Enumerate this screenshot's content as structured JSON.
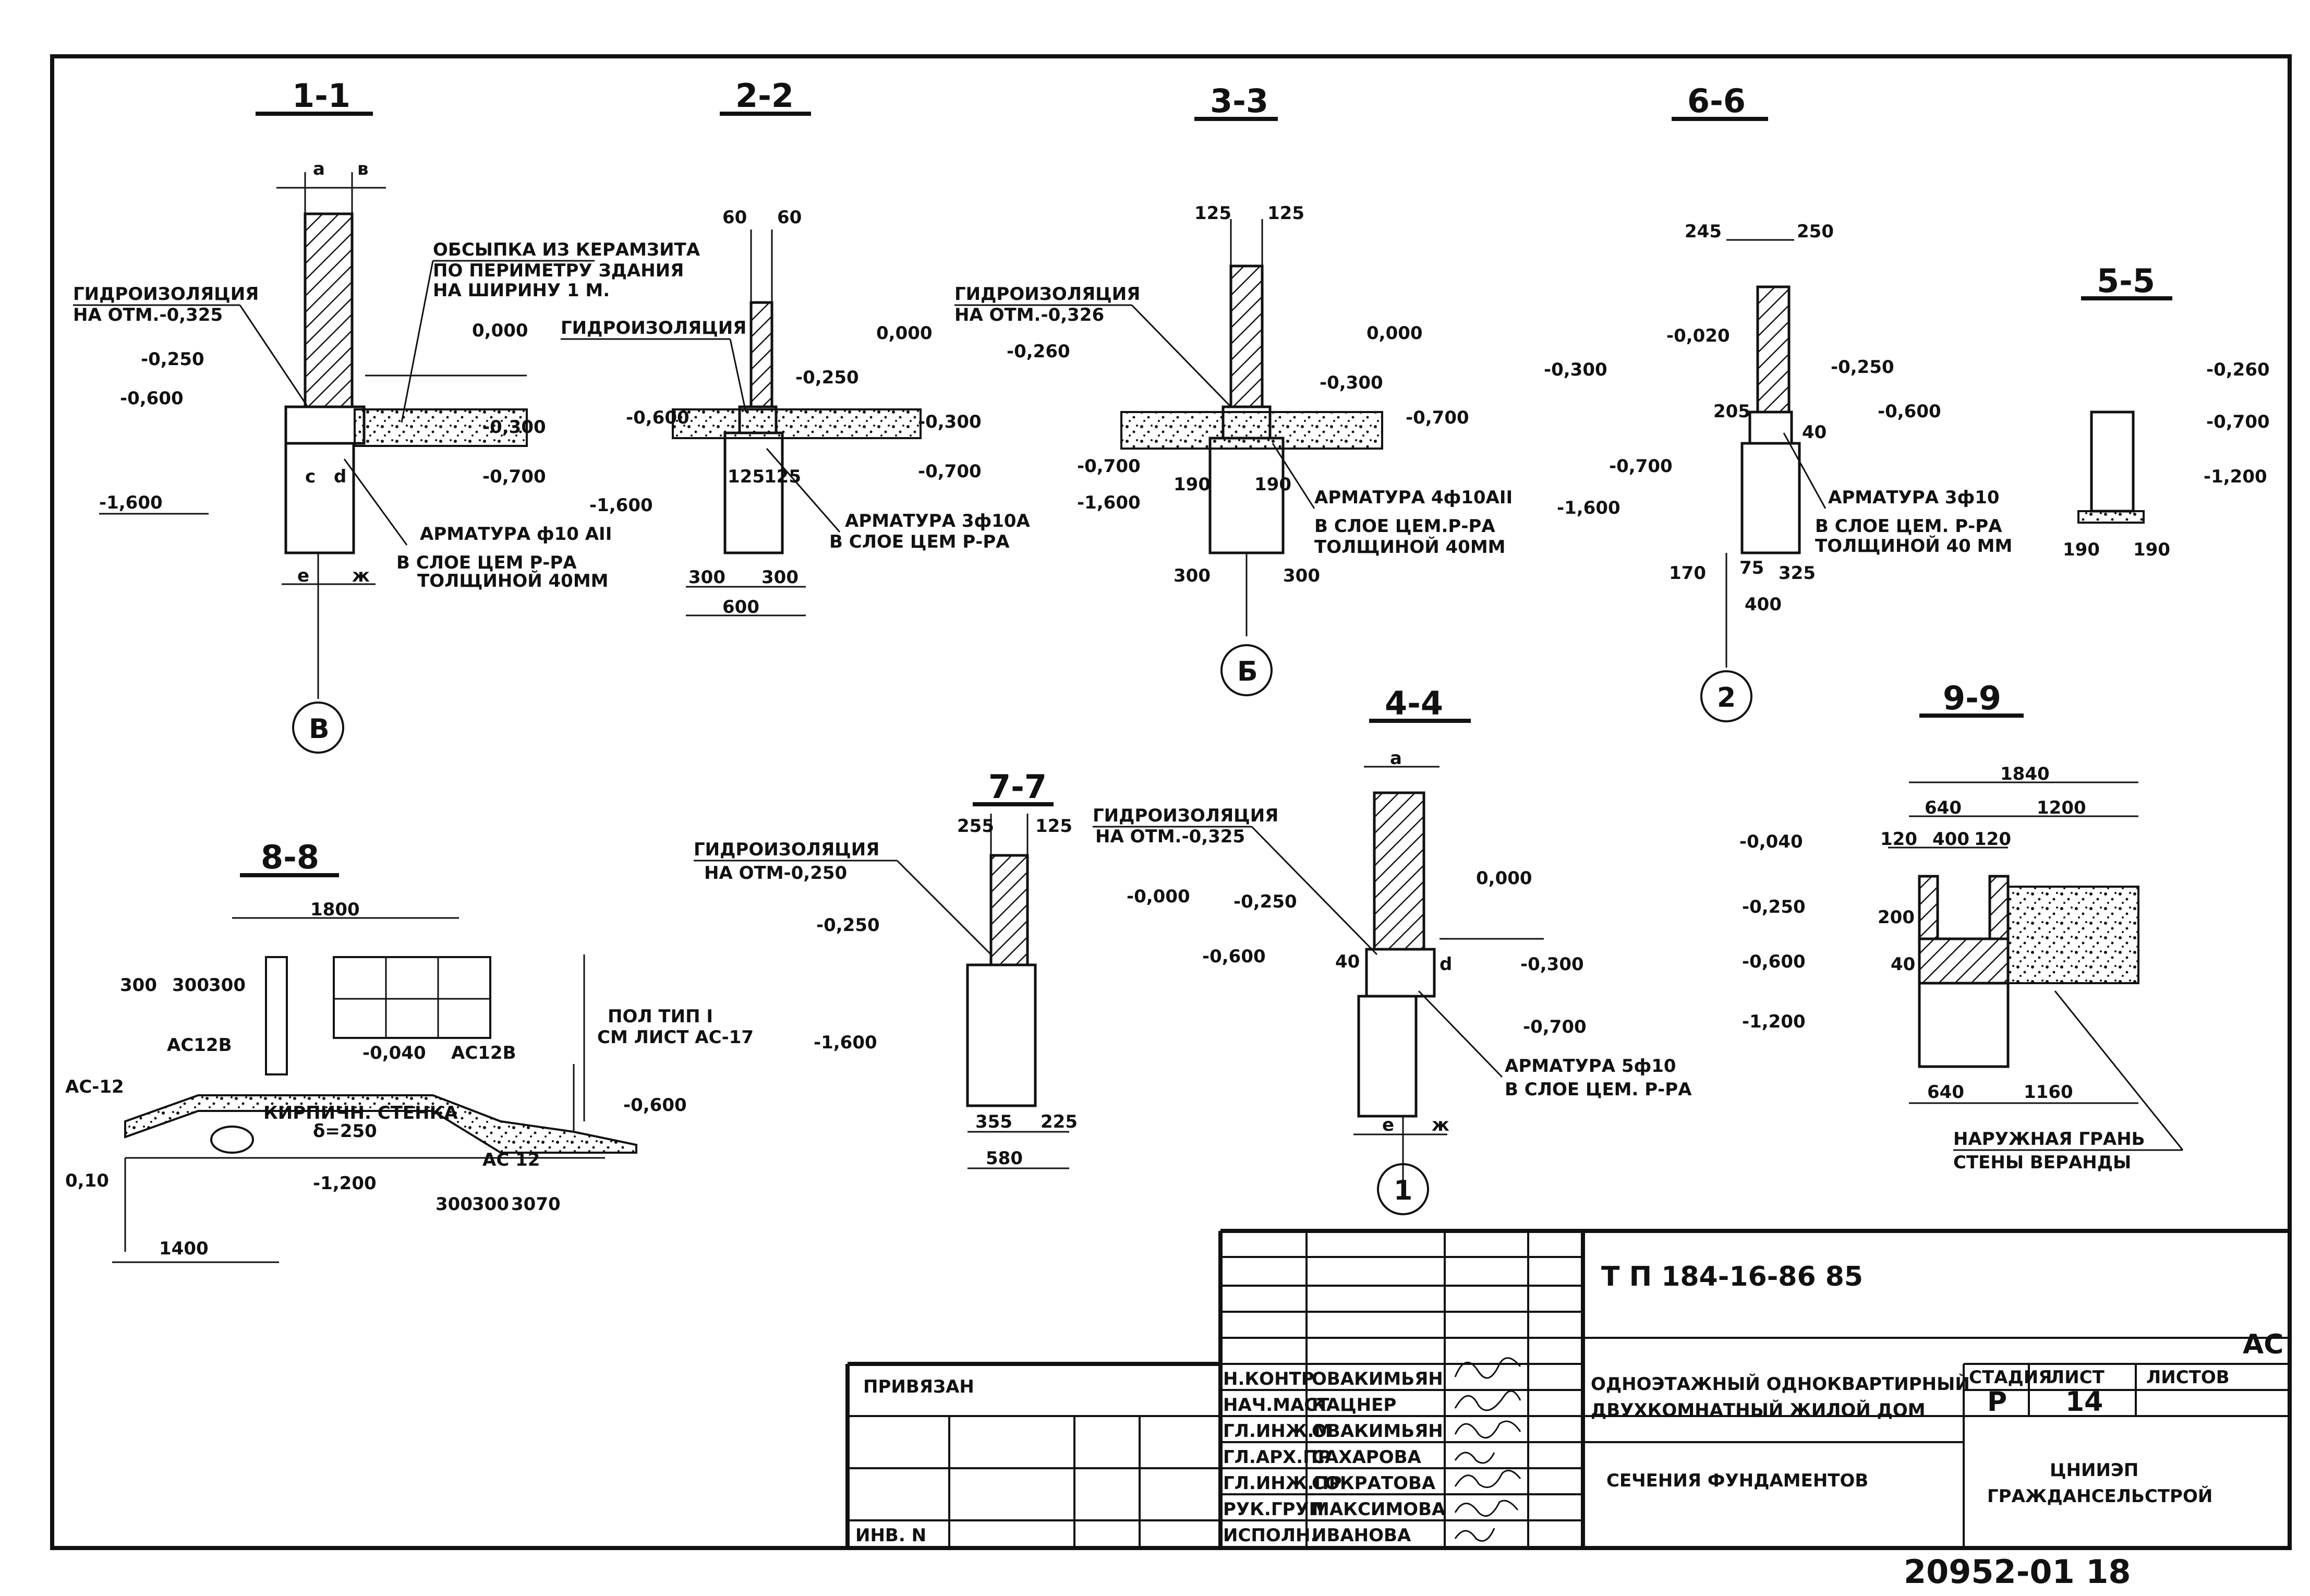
{
  "sections": {
    "s11": {
      "title": "1-1",
      "dim_a": "а",
      "dim_b": "в",
      "dim_c": "с",
      "dim_d": "d",
      "dim_e": "е",
      "dim_zh": "ж",
      "note_backfill_1": "ОБСЫПКА ИЗ КЕРАМЗИТА",
      "note_backfill_2": "ПО ПЕРИМЕТРУ ЗДАНИЯ",
      "note_backfill_3": "НА ШИРИНУ 1 М.",
      "note_hydro_1": "ГИДРОИЗОЛЯЦИЯ",
      "note_hydro_2": "НА ОТМ.-0,325",
      "lvl_0": "0,000",
      "lvl_250": "-0,250",
      "lvl_600": "-0,600",
      "lvl_300": "-0,300",
      "lvl_700": "-0,700",
      "lvl_1600": "-1,600",
      "note_rebar_1": "АРМАТУРА ф10 АII",
      "note_rebar_2": "В СЛОЕ ЦЕМ Р-РА",
      "note_rebar_3": "ТОЛЩИНОЙ 40ММ",
      "axis": "В"
    },
    "s22": {
      "title": "2-2",
      "d60a": "60",
      "d60b": "60",
      "note_hydro": "ГИДРОИЗОЛЯЦИЯ",
      "lvl_0": "0,000",
      "lvl_250": "-0,250",
      "lvl_600": "-0,600",
      "lvl_300": "-0,300",
      "lvl_700": "-0,700",
      "lvl_1600": "-1,600",
      "d125a": "125",
      "d125b": "125",
      "note_rebar_1": "АРМАТУРА 3ф10А",
      "note_rebar_2": "В СЛОЕ ЦЕМ Р-РА",
      "d300a": "300",
      "d300b": "300",
      "d600": "600"
    },
    "s33": {
      "title": "3-3",
      "d125a": "125",
      "d125b": "125",
      "note_hydro_1": "ГИДРОИЗОЛЯЦИЯ",
      "note_hydro_2": "НА ОТМ.-0,326",
      "lvl_260": "-0,260",
      "lvl_0": "0,000",
      "lvl_300": "-0,300",
      "lvl_700r": "-0,700",
      "lvl_700l": "-0,700",
      "lvl_1600": "-1,600",
      "d190a": "190",
      "d190b": "190",
      "note_rebar_1": "АРМАТУРА 4ф10АII",
      "note_rebar_2": "В СЛОЕ ЦЕМ.Р-РА",
      "note_rebar_3": "ТОЛЩИНОЙ 40ММ",
      "d300a": "300",
      "d300b": "300",
      "axis": "Б"
    },
    "s66": {
      "title": "6-6",
      "d245": "245",
      "d250": "250",
      "lvl_020": "-0,020",
      "lvl_300": "-0,300",
      "lvl_250": "-0,250",
      "d205": "205",
      "lvl_600": "-0,600",
      "d40": "40",
      "lvl_700": "-0,700",
      "lvl_1600": "-1,600",
      "note_rebar_1": "АРМАТУРА 3ф10",
      "note_rebar_2": "В СЛОЕ ЦЕМ. Р-РА",
      "note_rebar_3": "ТОЛЩИНОЙ 40 ММ",
      "d170": "170",
      "d75": "75",
      "d325": "325",
      "d400": "400",
      "axis": "2"
    },
    "s55": {
      "title": "5-5",
      "lvl_260": "-0,260",
      "lvl_700": "-0,700",
      "lvl_1200": "-1,200",
      "d190a": "190",
      "d190b": "190"
    },
    "s88": {
      "title": "8-8",
      "d1800": "1800",
      "d300a": "300",
      "d300b": "300",
      "d300c": "300",
      "ac12b_l": "АС12В",
      "ac12b_r": "АС12В",
      "lvl_040": "-0,040",
      "ac12": "АС-12",
      "brick_1": "КИРПИЧН. СТЕНКА",
      "brick_2": "δ=250",
      "floor_1": "ПОЛ ТИП I",
      "floor_2": "СМ ЛИСТ АС-17",
      "lvl_600": "-0,600",
      "lvl_010": "0,10",
      "ac12_2": "АС 12",
      "lvl_1200": "-1,200",
      "d300d": "300",
      "d300e": "300",
      "d3070": "3070",
      "d1400": "1400"
    },
    "s77": {
      "title": "7-7",
      "d255": "255",
      "d125": "125",
      "note_hydro_1": "ГИДРОИЗОЛЯЦИЯ",
      "note_hydro_2": "НА ОТМ-0,250",
      "lvl_250": "-0,250",
      "lvl_1600": "-1,600",
      "d355": "355",
      "d225": "225",
      "d580": "580"
    },
    "s44": {
      "title": "4-4",
      "note_hydro_1": "ГИДРОИЗОЛЯЦИЯ",
      "note_hydro_2": "НА ОТМ.-0,325",
      "lvl_0_mid": "-0,000",
      "dim_a": "а",
      "lvl_0": "0,000",
      "lvl_250": "-0,250",
      "lvl_600": "-0,600",
      "d40": "40",
      "dim_d": "d",
      "lvl_300": "-0,300",
      "lvl_700": "-0,700",
      "note_rebar_1": "АРМАТУРА 5ф10",
      "note_rebar_2": "В СЛОЕ ЦЕМ. Р-РА",
      "dim_e": "е",
      "dim_zh": "ж",
      "axis": "1"
    },
    "s99": {
      "title": "9-9",
      "d1840": "1840",
      "d640": "640",
      "d1200": "1200",
      "d120a": "120",
      "d400": "400",
      "d120b": "120",
      "lvl_040": "-0,040",
      "lvl_250": "-0,250",
      "d200": "200",
      "lvl_600": "-0,600",
      "d40": "40",
      "lvl_1200": "-1,200",
      "d640b": "640",
      "d1160": "1160",
      "note_1": "НАРУЖНАЯ ГРАНЬ",
      "note_2": "СТЕНЫ ВЕРАНДЫ"
    }
  },
  "title_block": {
    "project_code": "Т П   184-16-86 85",
    "sheet_code": "АС",
    "attached": "ПРИВЯЗАН",
    "inv": "ИНВ. N",
    "roles": [
      "Н.КОНТР",
      "НАЧ.МАСТ",
      "ГЛ.ИНЖ.М",
      "ГЛ.АРХ.ПР",
      "ГЛ.ИНЖ.ПР",
      "РУК.ГРУП",
      "ИСПОЛН."
    ],
    "names": [
      "ОВАКИМЬЯН",
      "КАЦНЕР",
      "ОВАКИМЬЯН",
      "САХАРОВА",
      "СОКРАТОВА",
      "МАКСИМОВА",
      "ИВАНОВА"
    ],
    "project_name_1": "ОДНОЭТАЖНЫЙ ОДНОКВАРТИРНЫЙ",
    "project_name_2": "ДВУХКОМНАТНЫЙ ЖИЛОЙ ДОМ",
    "sheet_name": "СЕЧЕНИЯ ФУНДАМЕНТОВ",
    "stage_hdr": "СТАДИЯ",
    "sheet_hdr": "ЛИСТ",
    "sheets_hdr": "ЛИСТОВ",
    "stage": "Р",
    "sheet_no": "14",
    "org_1": "ЦНИИЭП",
    "org_2": "ГРАЖДАНСЕЛЬСТРОЙ"
  },
  "footer_code": "20952-01  18"
}
